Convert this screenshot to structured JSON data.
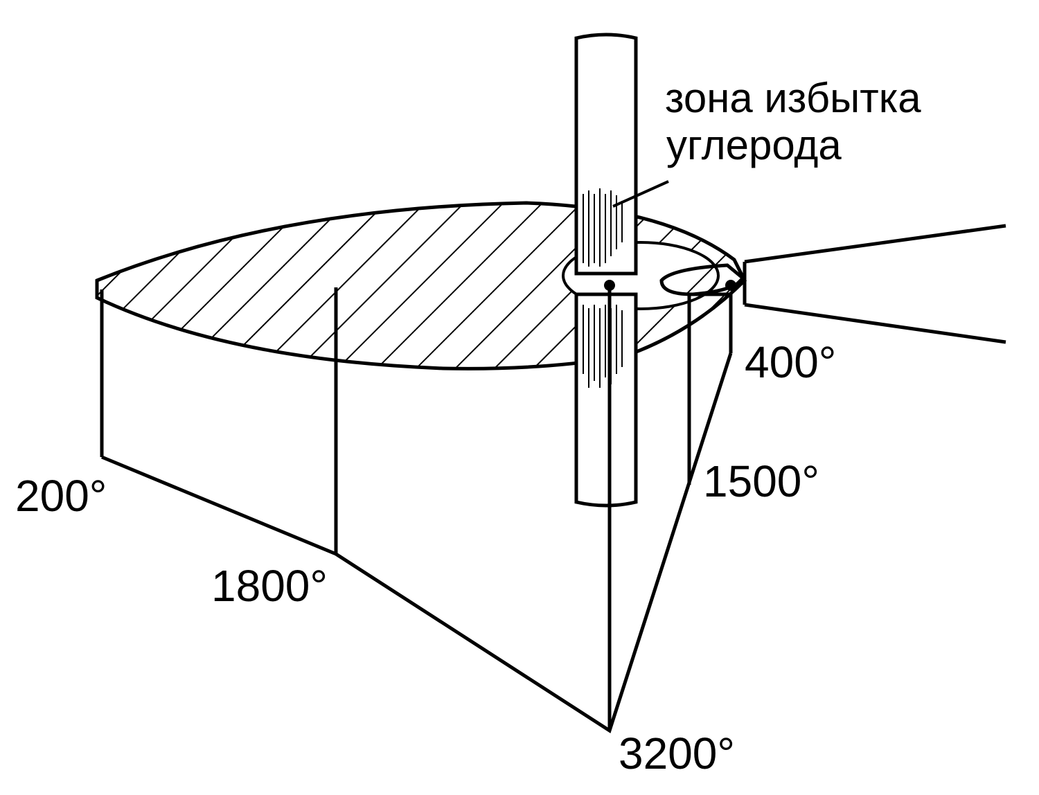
{
  "zone_label": {
    "line1": "зона избытка",
    "line2": "углерода"
  },
  "temperatures": {
    "t200": "200°",
    "t1800": "1800°",
    "t3200": "3200°",
    "t1500": "1500°",
    "t400": "400°"
  },
  "colors": {
    "stroke": "#000000",
    "background": "#ffffff"
  }
}
